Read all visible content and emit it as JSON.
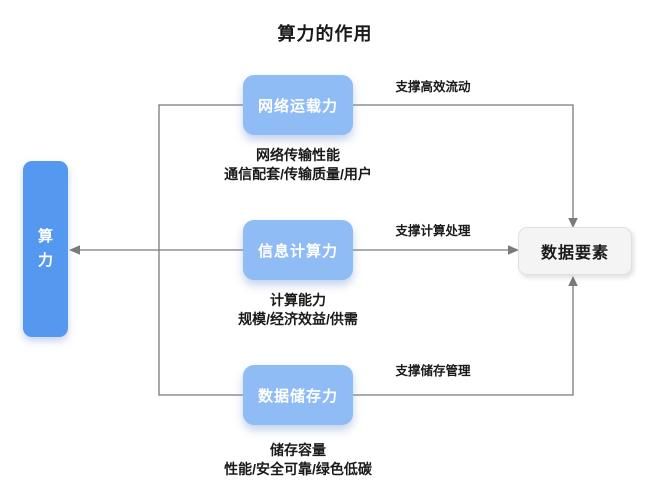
{
  "title": "算力的作用",
  "colors": {
    "source_node_bg": "#5598ef",
    "source_node_text": "#ffffff",
    "branch_node_bg": "#8fbcf5",
    "branch_node_text": "#ffffff",
    "target_node_bg": "#f4f4f4",
    "target_node_border": "#e0e0e0",
    "connector": "#7a7a7a",
    "text": "#1a1a1a"
  },
  "source": {
    "label": "算\n力"
  },
  "target": {
    "label": "数据要素"
  },
  "branches": [
    {
      "label": "网络运载力",
      "arrow_label": "支撑高效流动",
      "caption_line1": "网络传输性能",
      "caption_line2": "通信配套/传输质量/用户"
    },
    {
      "label": "信息计算力",
      "arrow_label": "支撑计算处理",
      "caption_line1": "计算能力",
      "caption_line2": "规模/经济效益/供需"
    },
    {
      "label": "数据储存力",
      "arrow_label": "支撑储存管理",
      "caption_line1": "储存容量",
      "caption_line2": "性能/安全可靠/绿色低碳"
    }
  ]
}
